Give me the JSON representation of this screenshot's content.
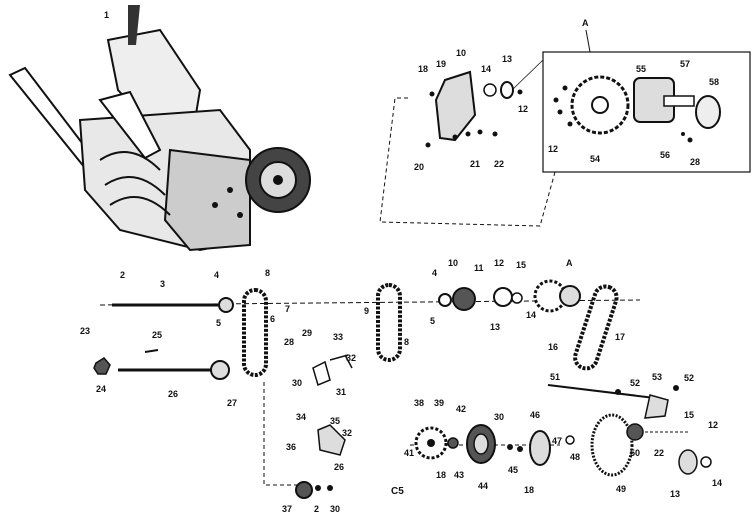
{
  "figure_code": "C5",
  "inset_marker": "A",
  "part_labels": {
    "p1": "1",
    "p2a": "2",
    "p3": "3",
    "p4a": "4",
    "p5a": "5",
    "p6": "6",
    "p7": "7",
    "p8a": "8",
    "p9": "9",
    "p8b": "8",
    "p4b": "4",
    "p10b": "10",
    "p11": "11",
    "p12b": "12",
    "p15b": "15",
    "p5b": "5",
    "p13b": "13",
    "p14b": "14",
    "pAb": "A",
    "p16": "16",
    "p17": "17",
    "p23": "23",
    "p24": "24",
    "p25": "25",
    "p26": "26",
    "p27": "27",
    "p29": "29",
    "p28": "28",
    "p30a": "30",
    "p33": "33",
    "p32a": "32",
    "p31": "31",
    "p34": "34",
    "p35": "35",
    "p36": "36",
    "p32b": "32",
    "p26b": "26",
    "p37": "37",
    "p2b": "2",
    "p30b": "30",
    "p38": "38",
    "p39": "39",
    "p41": "41",
    "p18b": "18",
    "p43": "43",
    "p42": "42",
    "p30c": "30",
    "p44": "44",
    "p45": "45",
    "p18c": "18",
    "p46": "46",
    "p47": "47",
    "p48": "48",
    "p49": "49",
    "p51": "51",
    "p52a": "52",
    "p53": "53",
    "p52b": "52",
    "p50": "50",
    "p15c": "15",
    "p12c": "12",
    "p22b": "22",
    "p13c": "13",
    "p14c": "14",
    "p18a": "18",
    "p19": "19",
    "p10a": "10",
    "p14a": "14",
    "p13a": "13",
    "p12a": "12",
    "p20": "20",
    "p21": "21",
    "p22a": "22",
    "p12d": "12",
    "p54": "54",
    "p55": "55",
    "p57": "57",
    "p58": "58",
    "p56": "56",
    "p28b": "28"
  }
}
